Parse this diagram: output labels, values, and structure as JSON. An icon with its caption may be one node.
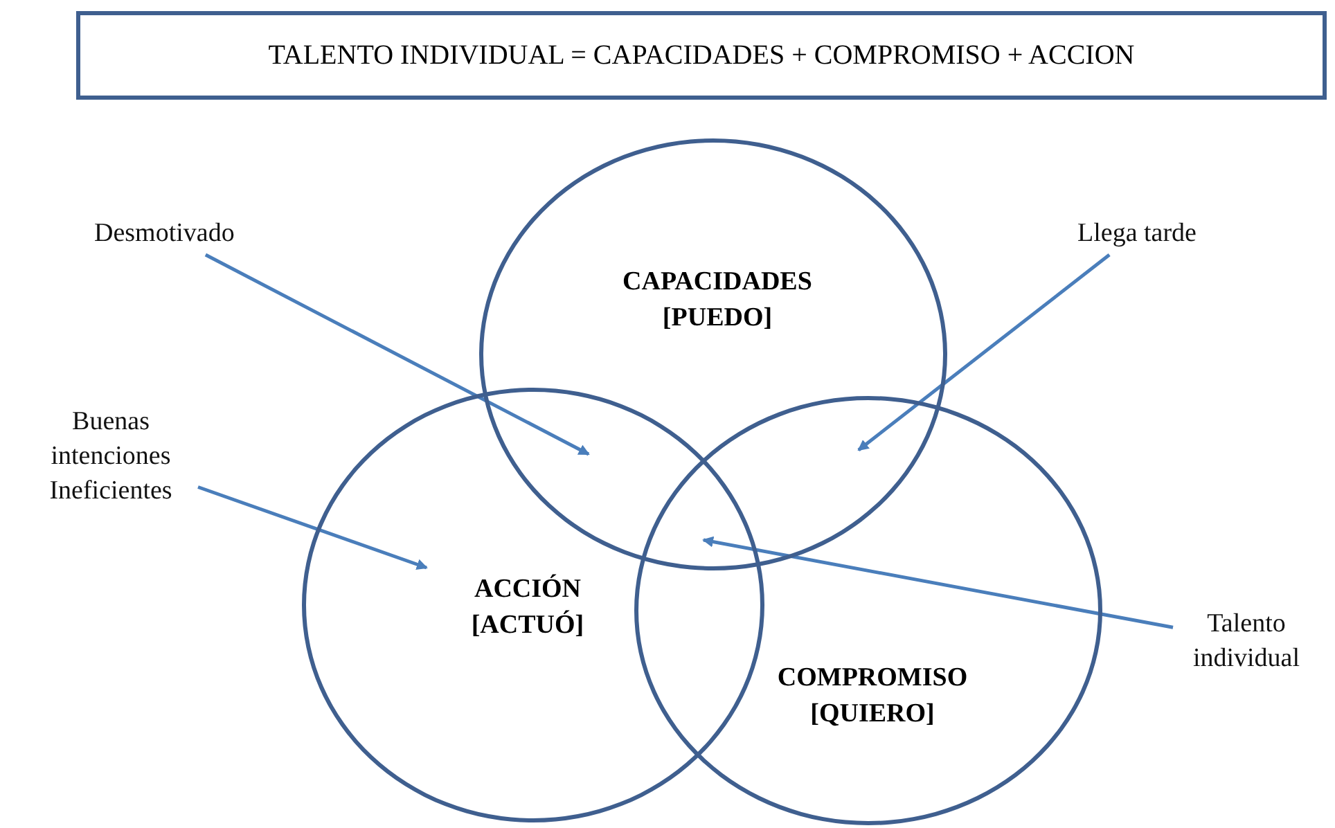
{
  "diagram": {
    "nodes": [
      {
        "text": [
          "TALENTO INDIVIDUAL = CAPACIDADES + COMPROMISO + ACCION"
        ]
      },
      {
        "text": [
          "Desmotivado"
        ]
      },
      {
        "text": [
          "Llega tarde"
        ]
      },
      {
        "text": [
          "CAPACIDADES [PUEDO]"
        ]
      },
      {
        "text": [
          "Buenas intenciones Ineficientes"
        ]
      },
      {
        "text": [
          "ACCIÓN [ACTUÓ]"
        ]
      },
      {
        "text": [
          "Talento individual"
        ]
      },
      {
        "text": [
          "COMPROMISO [QUIERO]"
        ]
      }
    ],
    "edges": [
      {
        "from": 1,
        "to": 5,
        "arrow": "to"
      },
      {
        "from": 2,
        "to": 7,
        "arrow": "to"
      },
      {
        "from": 4,
        "to": 5,
        "arrow": "to"
      },
      {
        "from": 6,
        "to": 7,
        "arrow": "to"
      }
    ]
  }
}
